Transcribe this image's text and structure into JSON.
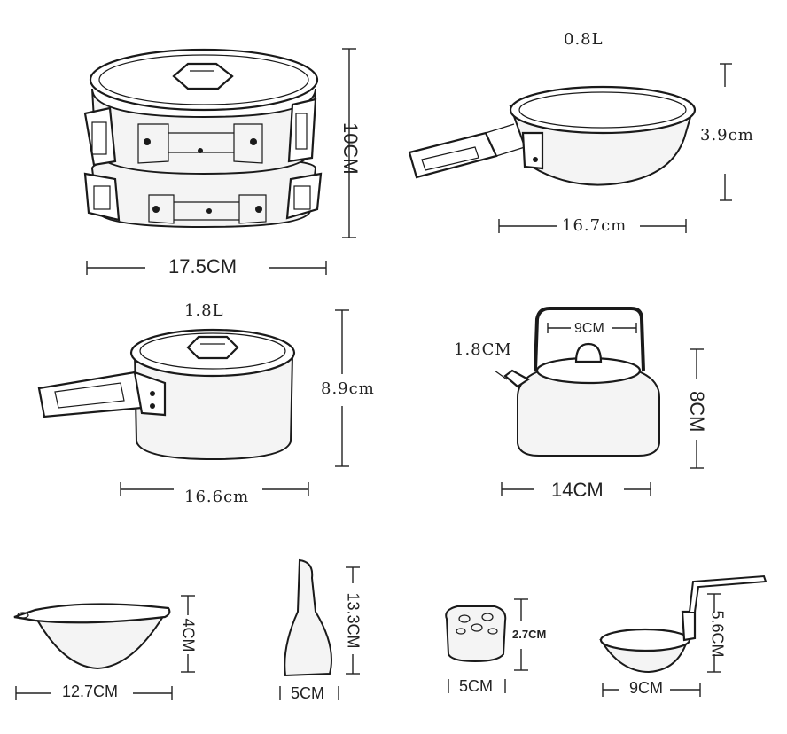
{
  "items": {
    "pot_set": {
      "height": "10CM",
      "width": "17.5CM"
    },
    "frying_pan": {
      "capacity": "0.8L",
      "height": "3.9cm",
      "width": "16.7cm"
    },
    "pot": {
      "capacity": "1.8L",
      "height": "8.9cm",
      "width": "16.6cm"
    },
    "kettle": {
      "handle_width": "9CM",
      "spout": "1.8CM",
      "height": "8CM",
      "width": "14CM"
    },
    "bowl": {
      "height": "4CM",
      "width": "12.7CM"
    },
    "spoon": {
      "height": "13.3CM",
      "width": "5CM"
    },
    "sponge": {
      "height": "2.7CM",
      "width": "5CM"
    },
    "ladle": {
      "height": "5.6CM",
      "width": "9CM"
    }
  }
}
